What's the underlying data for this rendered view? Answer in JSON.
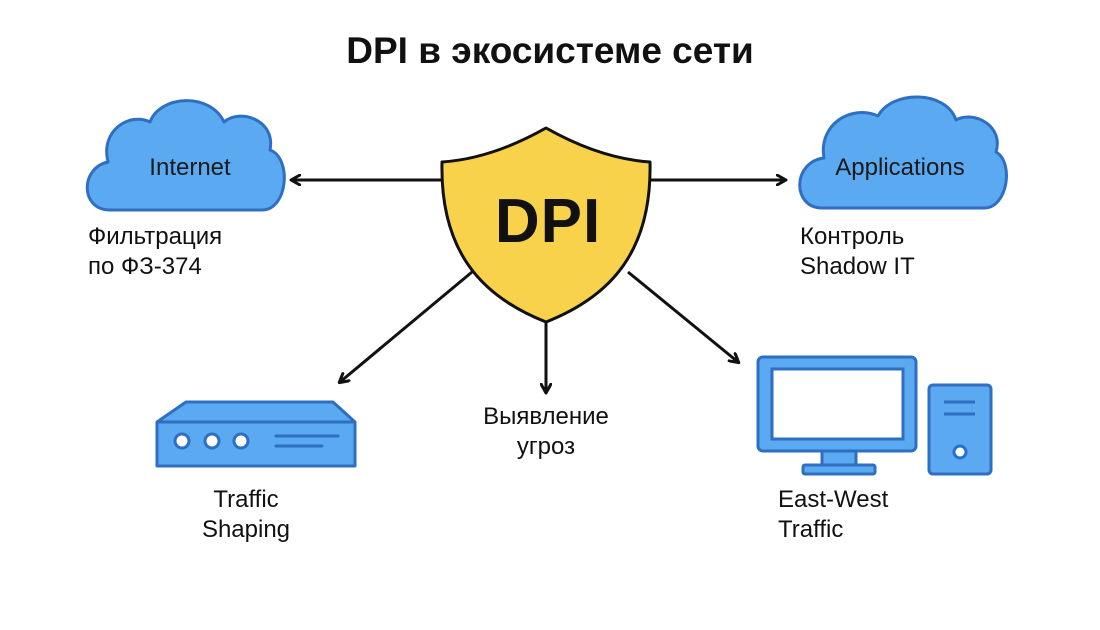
{
  "title": "DPI в экосистеме сети",
  "center": {
    "label": "DPI",
    "shape": "shield-icon",
    "color": "#F7D24A"
  },
  "colors": {
    "node_fill": "#5BA9F0",
    "node_stroke": "#2E6FC1",
    "line": "#111111"
  },
  "nodes": {
    "internet": {
      "label": "Internet",
      "icon": "cloud-icon",
      "caption": [
        "Фильтрация",
        "по ФЗ-374"
      ]
    },
    "applications": {
      "label": "Applications",
      "icon": "cloud-icon",
      "caption": [
        "Контроль",
        "Shadow IT"
      ]
    },
    "router": {
      "icon": "router-icon",
      "caption": [
        "Traffic",
        "Shaping"
      ]
    },
    "threats": {
      "caption": [
        "Выявление",
        "угроз"
      ]
    },
    "computer": {
      "icon": "desktop-computer-icon",
      "caption": [
        "East-West",
        "Traffic"
      ]
    }
  }
}
